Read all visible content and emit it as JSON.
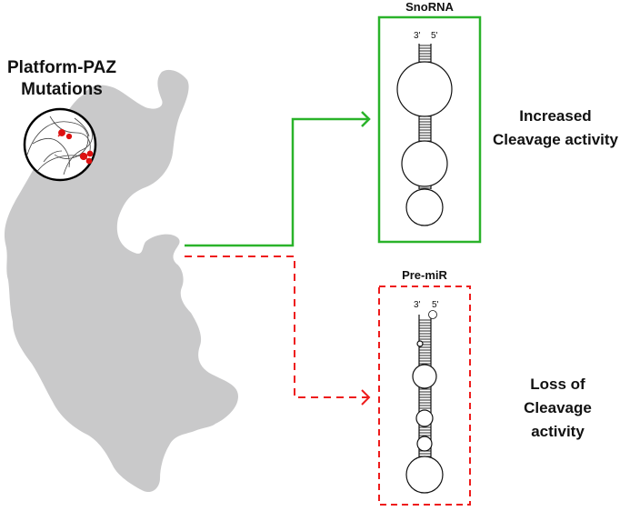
{
  "mutation_label": [
    "Platform-PAZ",
    "Mutations"
  ],
  "snorna": {
    "heading": "SnoRNA",
    "end_left": "3'",
    "end_right": "5'",
    "outcome": [
      "Increased",
      "Cleavage activity"
    ],
    "color": "#2ab32a"
  },
  "premir": {
    "heading": "Pre-miR",
    "end_left": "3'",
    "end_right": "5'",
    "outcome": [
      "Loss of",
      "Cleavage activity"
    ],
    "color": "#ee1c1c"
  },
  "protein_color": "#c9c9ca",
  "mutation_color": "#dd1111"
}
